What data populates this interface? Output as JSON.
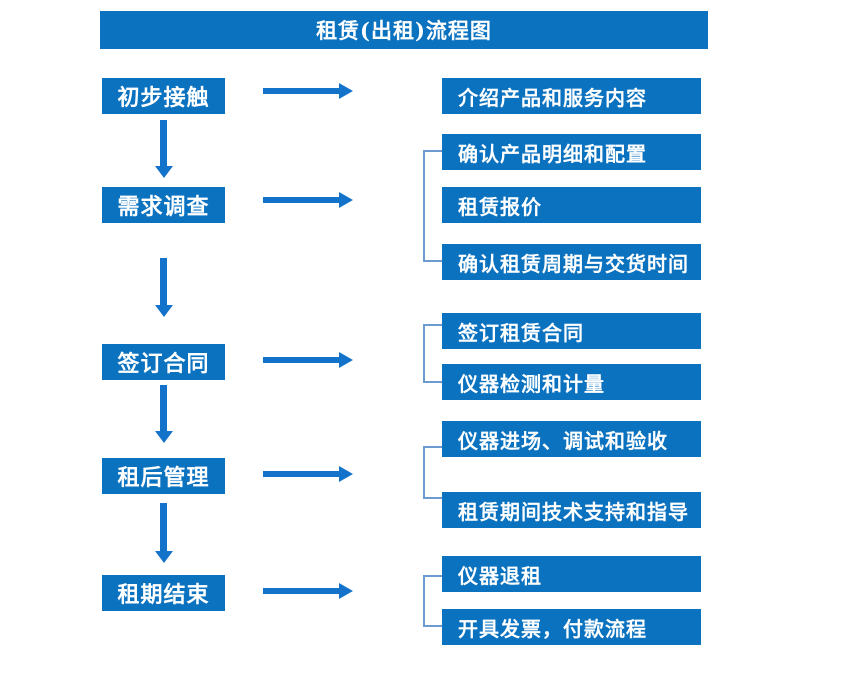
{
  "title": "租赁(出租)流程图",
  "colors": {
    "primary_blue": "#0B72C0",
    "arrow_blue": "#1373CB",
    "bracket_blue": "#6C9BD2",
    "text_white": "#FFFFFF"
  },
  "steps": [
    {
      "label": "初步接触",
      "details": [
        "介绍产品和服务内容"
      ]
    },
    {
      "label": "需求调查",
      "details": [
        "确认产品明细和配置",
        "租赁报价",
        "确认租赁周期与交货时间"
      ]
    },
    {
      "label": "签订合同",
      "details": [
        "签订租赁合同",
        "仪器检测和计量"
      ]
    },
    {
      "label": "租后管理",
      "details": [
        "仪器进场、调试和验收",
        "租赁期间技术支持和指导"
      ]
    },
    {
      "label": "租期结束",
      "details": [
        "仪器退租",
        "开具发票，付款流程"
      ]
    }
  ]
}
